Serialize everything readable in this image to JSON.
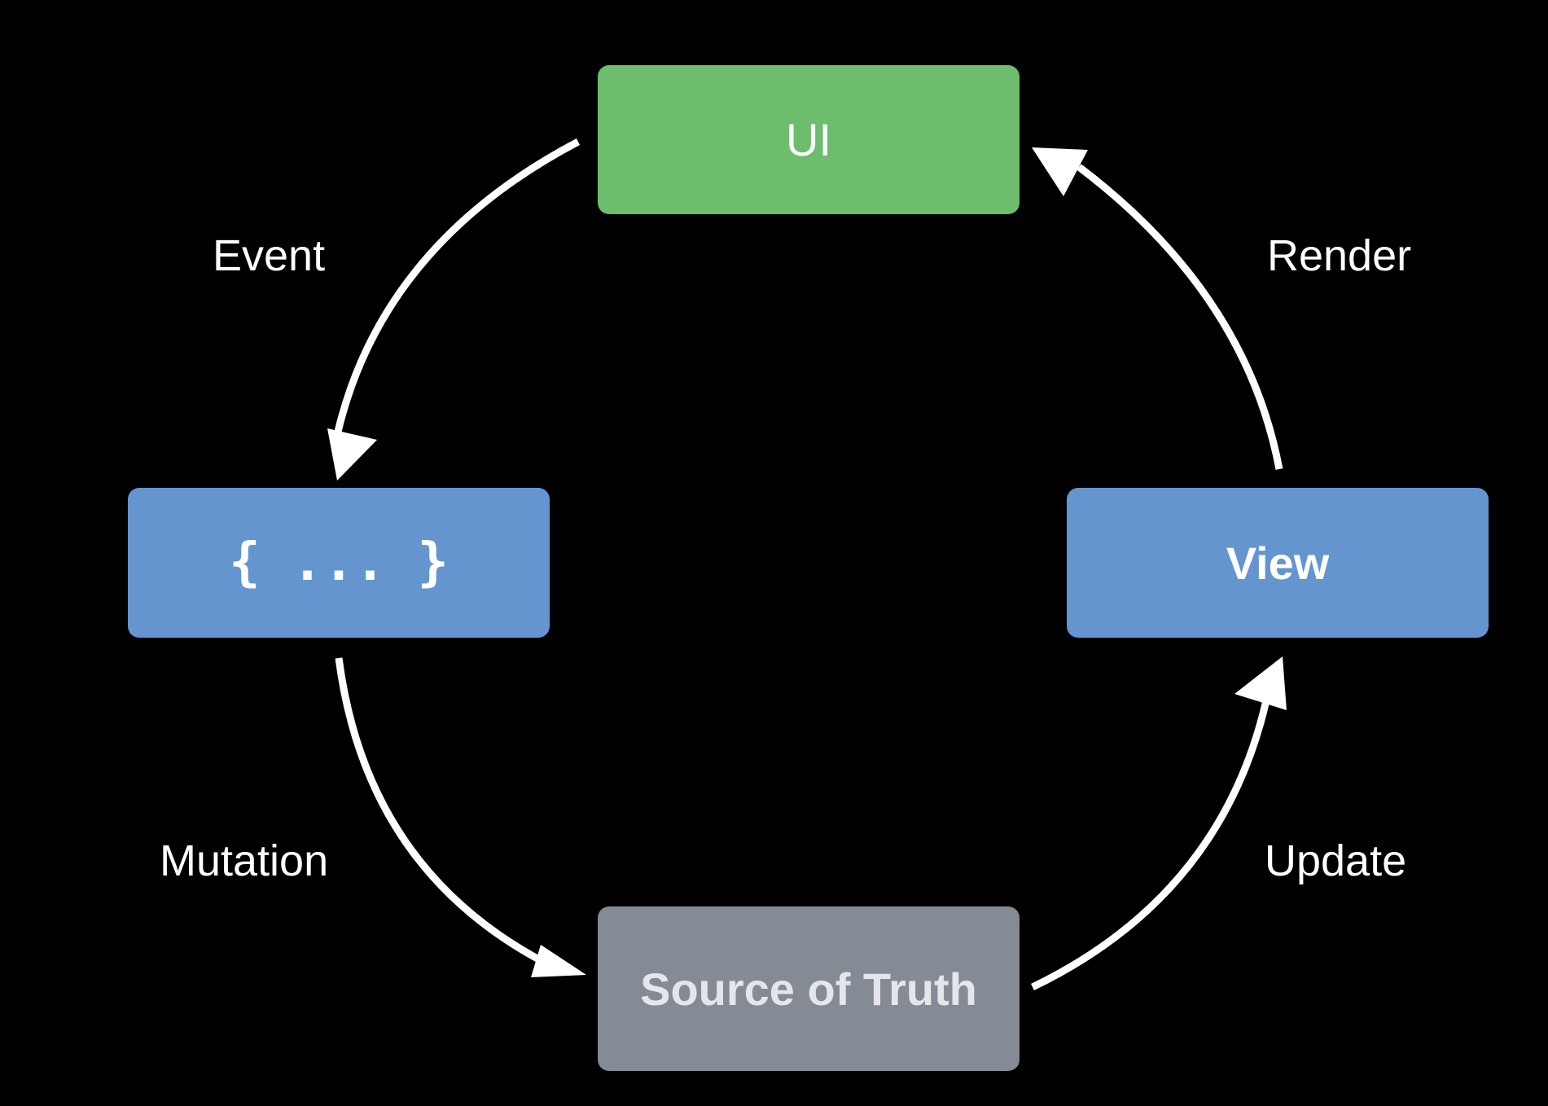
{
  "nodes": {
    "ui": {
      "label": "UI",
      "color": "#6cbd6e"
    },
    "action": {
      "label": "{ ... }",
      "color": "#6495cf"
    },
    "view": {
      "label": "View",
      "color": "#6495cf"
    },
    "source_of_truth": {
      "label": "Source of Truth",
      "color": "#858b95"
    }
  },
  "edges": {
    "event": {
      "label": "Event",
      "from": "UI",
      "to": "{ ... }"
    },
    "mutation": {
      "label": "Mutation",
      "from": "{ ... }",
      "to": "Source of Truth"
    },
    "update": {
      "label": "Update",
      "from": "Source of Truth",
      "to": "View"
    },
    "render": {
      "label": "Render",
      "from": "View",
      "to": "UI"
    }
  },
  "colors": {
    "background": "#000000",
    "arrow": "#ffffff",
    "text": "#ffffff"
  }
}
